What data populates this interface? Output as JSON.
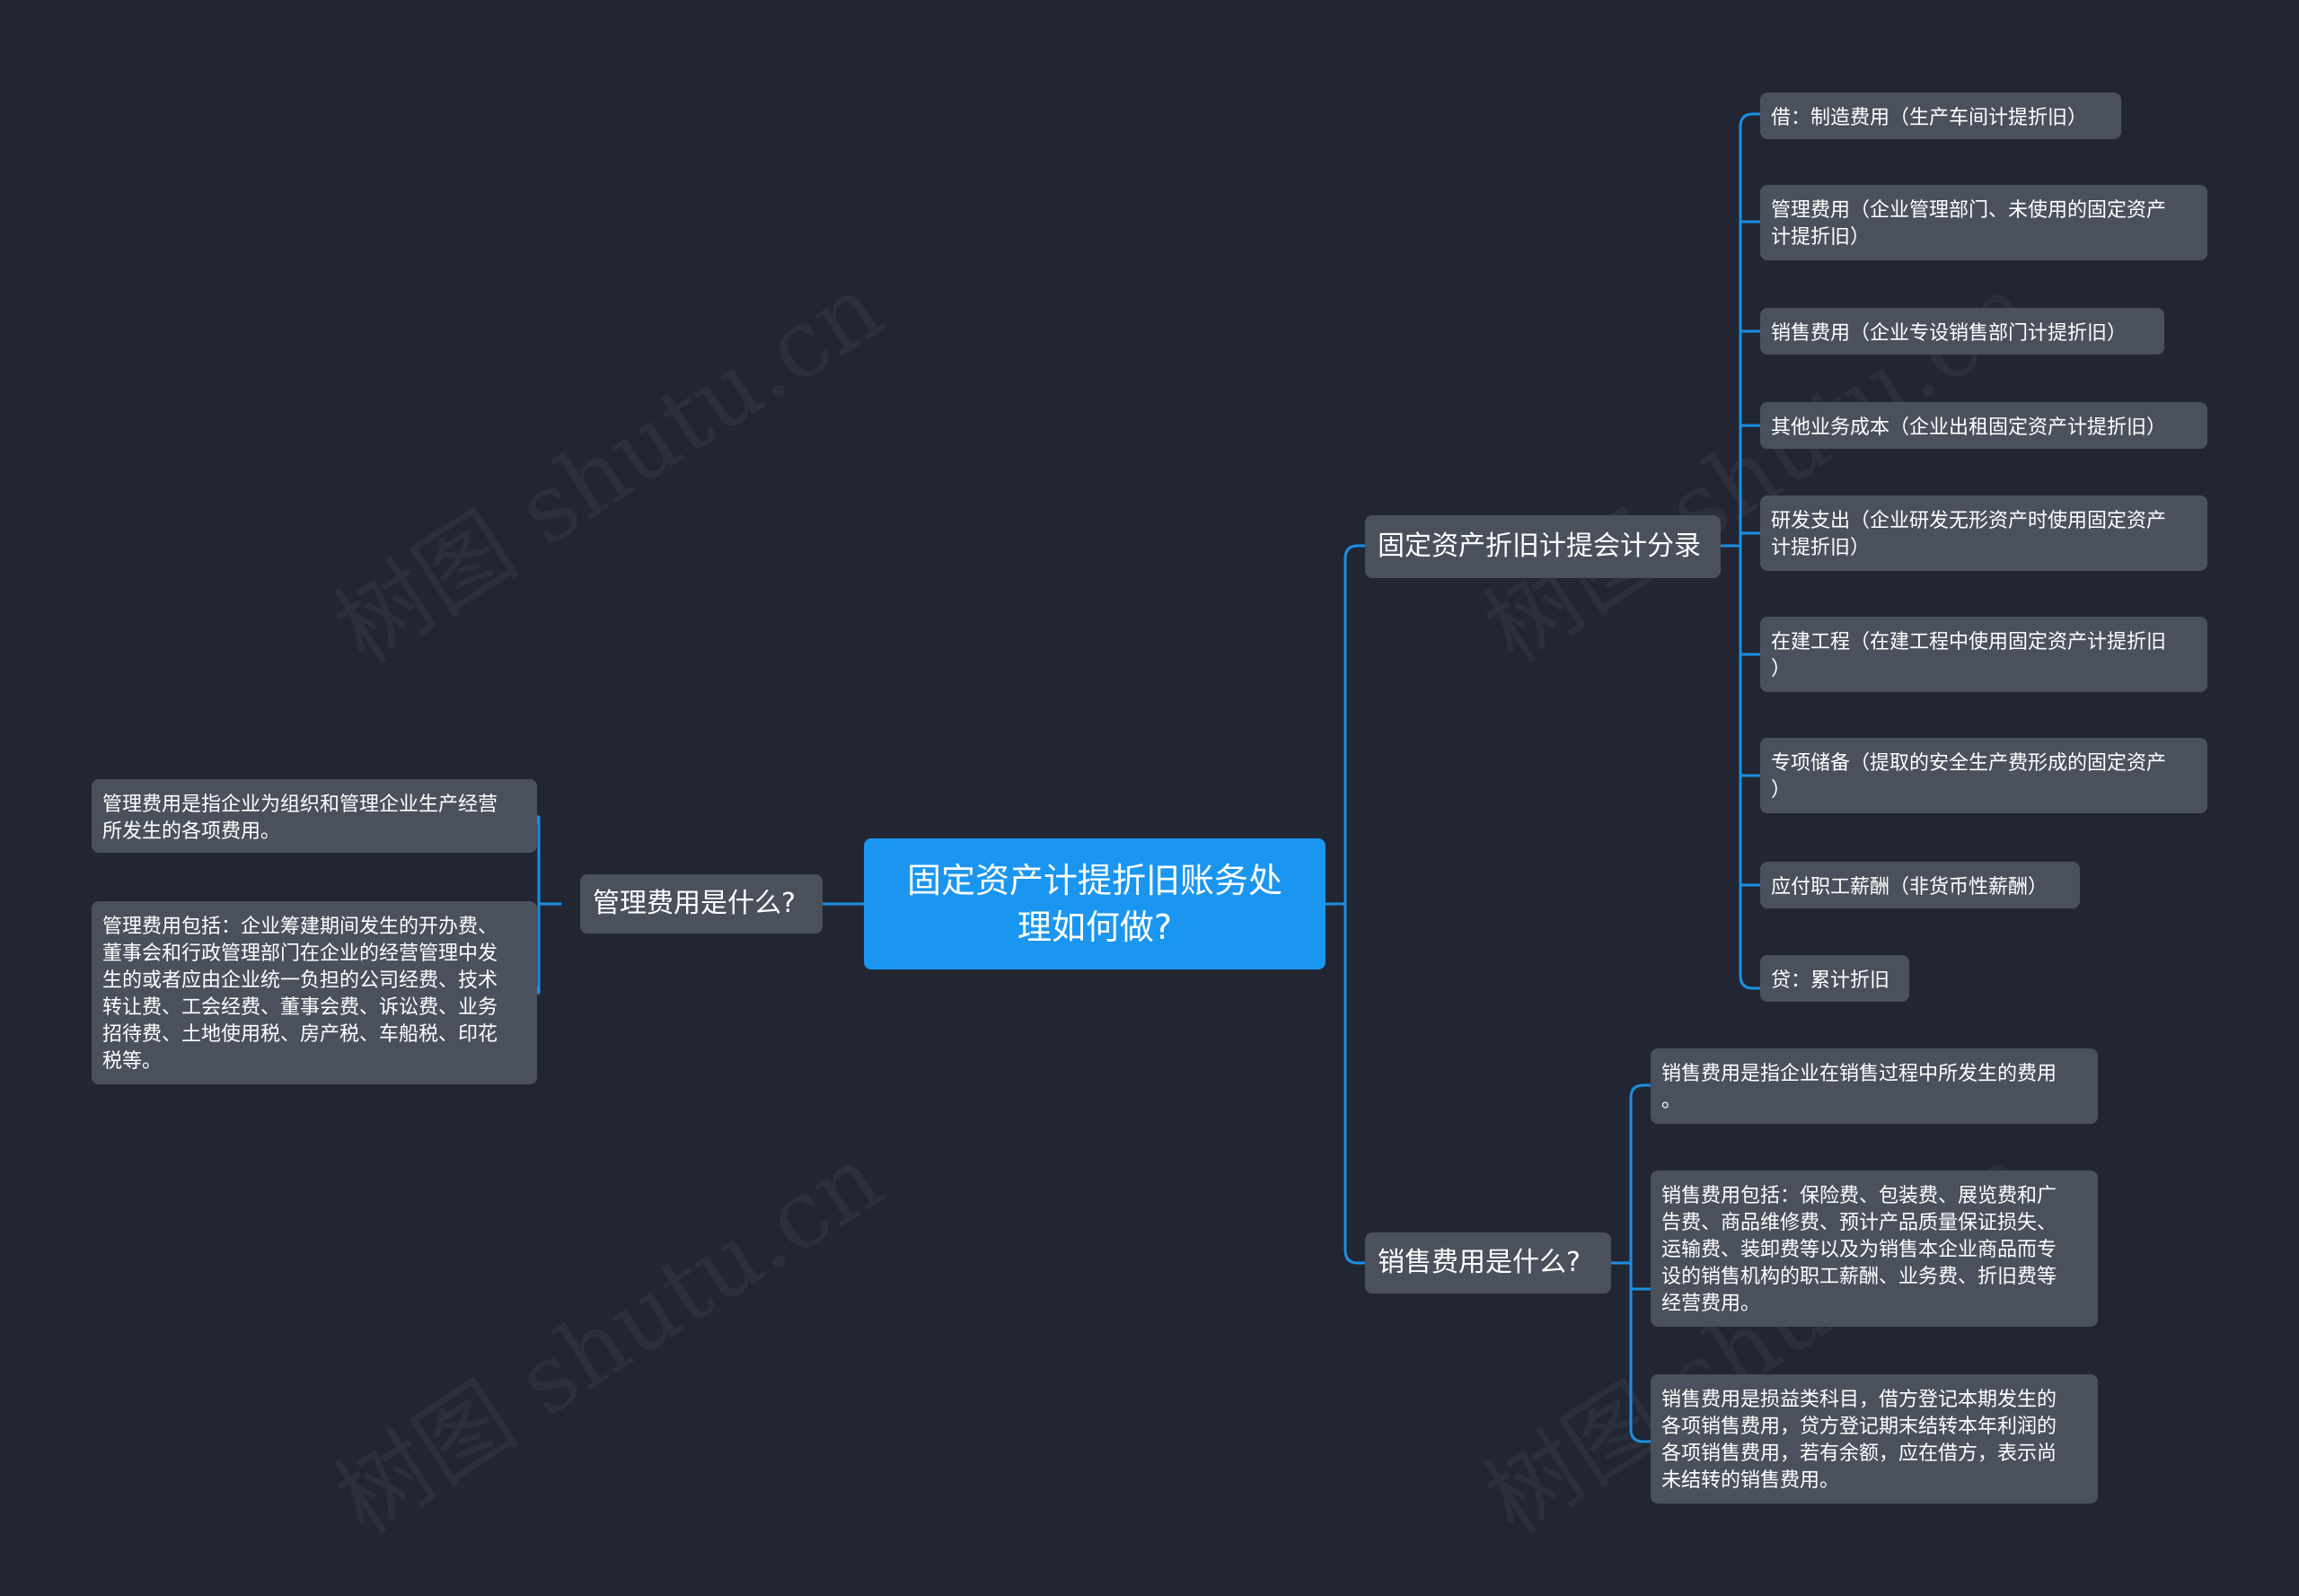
{
  "watermark": "树图 shutu.cn",
  "colors": {
    "background": "#222632",
    "node": "#4b505d",
    "root": "#1b96f0",
    "link": "#1a8fe3"
  },
  "root": {
    "label": "固定资产计提折旧账务处\n理如何做?"
  },
  "left": {
    "label": "管理费用是什么?",
    "items": [
      "管理费用是指企业为组织和管理企业生产经营\n所发生的各项费用。",
      "管理费用包括：企业筹建期间发生的开办费、\n董事会和行政管理部门在企业的经营管理中发\n生的或者应由企业统一负担的公司经费、技术\n转让费、工会经费、董事会费、诉讼费、业务\n招待费、土地使用税、房产税、车船税、印花\n税等。"
    ]
  },
  "right_top": {
    "label": "固定资产折旧计提会计分录",
    "items": [
      "借：制造费用（生产车间计提折旧）",
      "管理费用（企业管理部门、未使用的固定资产\n计提折旧）",
      "销售费用（企业专设销售部门计提折旧）",
      "其他业务成本（企业出租固定资产计提折旧）",
      "研发支出（企业研发无形资产时使用固定资产\n计提折旧）",
      "在建工程（在建工程中使用固定资产计提折旧\n）",
      "专项储备（提取的安全生产费形成的固定资产\n）",
      "应付职工薪酬（非货币性薪酬）",
      "贷：累计折旧"
    ]
  },
  "right_bottom": {
    "label": "销售费用是什么?",
    "items": [
      "销售费用是指企业在销售过程中所发生的费用\n。",
      "销售费用包括：保险费、包装费、展览费和广\n告费、商品维修费、预计产品质量保证损失、\n运输费、装卸费等以及为销售本企业商品而专\n设的销售机构的职工薪酬、业务费、折旧费等\n经营费用。",
      "销售费用是损益类科目，借方登记本期发生的\n各项销售费用，贷方登记期末结转本年利润的\n各项销售费用，若有余额，应在借方，表示尚\n未结转的销售费用。"
    ]
  }
}
